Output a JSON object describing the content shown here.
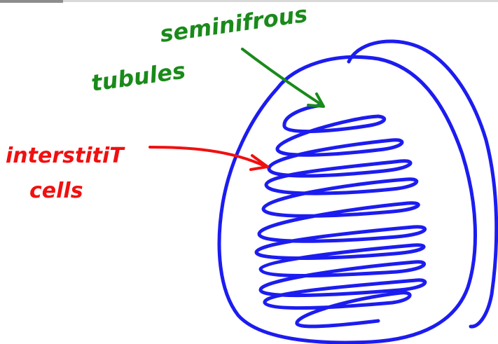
{
  "labels": {
    "seminiferous_line1": "seminifrous",
    "seminiferous_line2": "tubules",
    "interstitial_line1": "interstitiT",
    "interstitial_line2": "cells"
  },
  "colors": {
    "testis_outline": "#1c1cf0",
    "tubule_label": "#1a8a1a",
    "interstitial_label": "#f01010",
    "top_bar": "#d9d9d9",
    "background": "#ffffff"
  }
}
